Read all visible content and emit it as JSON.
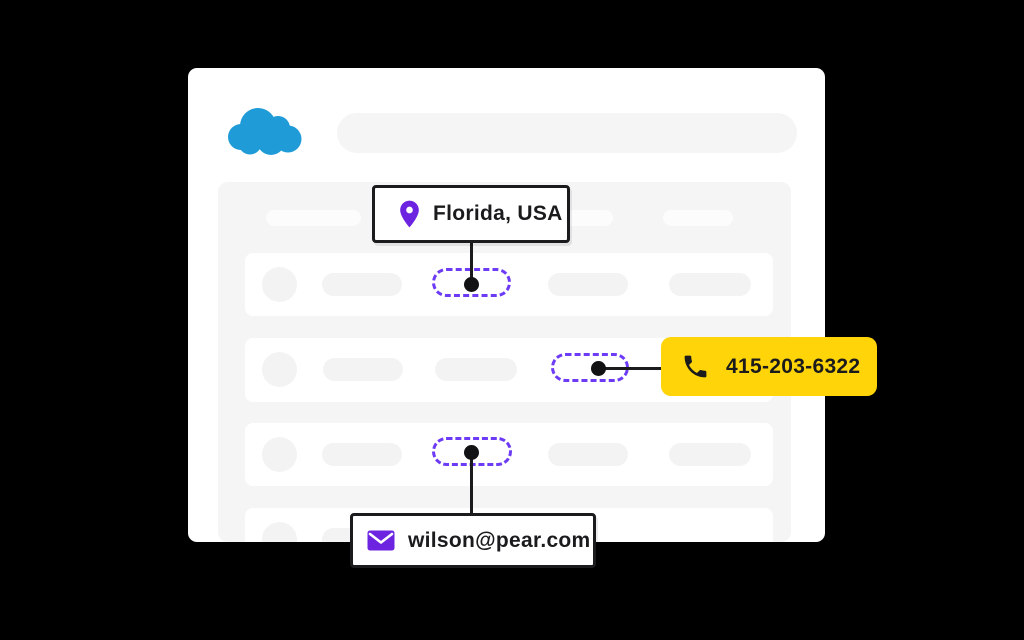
{
  "brand": {
    "logo": "salesforce-cloud",
    "logo_color": "#1F9BD8"
  },
  "colors": {
    "background": "#000000",
    "panel": "#FFFFFF",
    "muted_gray": "#F5F5F5",
    "ink": "#1B1B1D",
    "highlight_dash": "#6D3BF5",
    "icon_purple": "#6C24E0",
    "phone_chip_bg": "#FFD408"
  },
  "search": {
    "value": "",
    "placeholder": ""
  },
  "callouts": {
    "location": {
      "icon": "location-pin-icon",
      "label": "Florida, USA"
    },
    "phone": {
      "icon": "phone-icon",
      "label": "415-203-6322"
    },
    "email": {
      "icon": "envelope-icon",
      "label": "wilson@pear.com"
    }
  }
}
